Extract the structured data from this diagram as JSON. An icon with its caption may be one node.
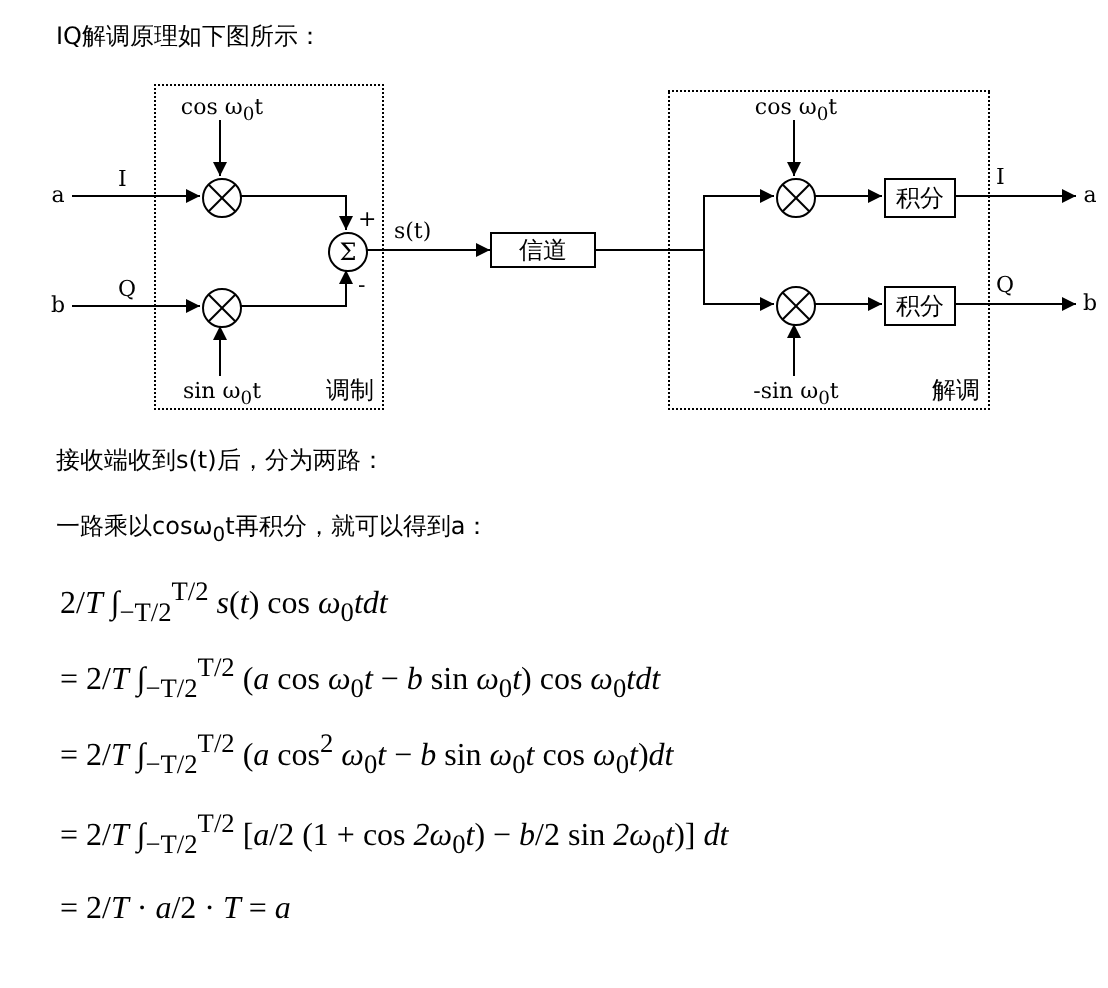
{
  "diagram": {
    "title": "IQ解调原理如下图所示：",
    "nodes": [
      {
        "text": [
          "调制"
        ]
      },
      {
        "text": [
          "a"
        ]
      },
      {
        "text": [
          "b"
        ]
      },
      {
        "text": [],
        "shape": "circle",
        "in": 0
      },
      {
        "text": [],
        "shape": "circle",
        "in": 0
      },
      {
        "text": [
          "cos ω$_{0}$t"
        ],
        "in": 0
      },
      {
        "text": [
          "sin ω$_{0}$t"
        ],
        "in": 0
      },
      {
        "text": [
          "Σ"
        ],
        "in": 0
      },
      {
        "text": [
          "信道"
        ]
      },
      {
        "text": [
          "解调"
        ]
      },
      {
        "text": [
          "cos ω$_{0}$t"
        ],
        "in": 9
      },
      {
        "text": [],
        "shape": "circle",
        "in": 9
      },
      {
        "text": [],
        "shape": "circle",
        "in": 9
      },
      {
        "text": [
          "-sin ω$_{0}$t"
        ],
        "in": 9
      },
      {
        "text": [
          "积分"
        ],
        "in": 9
      },
      {
        "text": [
          "积分"
        ],
        "in": 9
      },
      {
        "text": [
          "a"
        ]
      },
      {
        "text": [
          "b"
        ]
      }
    ],
    "edges": [
      {
        "from": 1,
        "to": 3,
        "arrow": "to",
        "label": "I"
      },
      {
        "from": 5,
        "to": 3,
        "arrow": "to"
      },
      {
        "from": 2,
        "to": 4,
        "arrow": "to",
        "label": "Q"
      },
      {
        "from": 6,
        "to": 4,
        "arrow": "to"
      },
      {
        "from": 3,
        "to": 7,
        "arrow": "to",
        "label": "+"
      },
      {
        "from": 4,
        "to": 7,
        "arrow": "to",
        "label": "-"
      },
      {
        "from": 7,
        "to": 8,
        "arrow": "to",
        "label": "s(t)"
      },
      {
        "from": 8,
        "to": 11,
        "arrow": "to"
      },
      {
        "from": 8,
        "to": 12,
        "arrow": "to"
      },
      {
        "from": 10,
        "to": 11,
        "arrow": "to"
      },
      {
        "from": 13,
        "to": 12,
        "arrow": "to"
      },
      {
        "from": 11,
        "to": 14,
        "arrow": "to"
      },
      {
        "from": 12,
        "to": 15,
        "arrow": "to"
      },
      {
        "from": 14,
        "to": 16,
        "arrow": "to",
        "label": "I"
      },
      {
        "from": 15,
        "to": 17,
        "arrow": "to",
        "label": "Q"
      }
    ],
    "labels": [
      "接收端收到s(t)后，分为两路：",
      "一路乘以cosω$_{0}$t再积分，就可以得到a：",
      "2/*T* ∫$_{−T/2}$$^{T/2}$ *s*(*t*) cos *ω*$_{0}$*tdt*",
      "= 2/*T* ∫$_{−T/2}$$^{T/2}$ (*a* cos *ω*$_{0}$*t* − *b* sin *ω*$_{0}$*t*) cos *ω*$_{0}$*tdt*",
      "= 2/*T* ∫$_{−T/2}$$^{T/2}$ (*a* cos$^{2}$ *ω*$_{0}$*t* − *b* sin *ω*$_{0}$*t* cos *ω*$_{0}$*t*)*dt*",
      "= 2/*T* ∫$_{−T/2}$$^{T/2}$ [*a*/2 (1 + cos *2ω*$_{0}$*t*) − *b*/2 sin *2ω*$_{0}$*t*)] *dt*",
      "= 2/*T* · *a*/2 · *T* = *a*"
    ]
  }
}
